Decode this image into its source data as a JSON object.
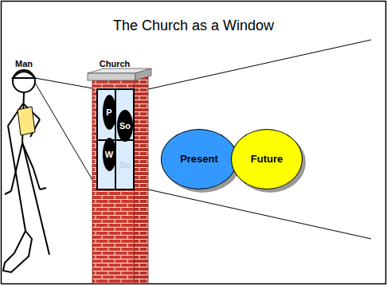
{
  "diagram": {
    "title": "The Church as a Window",
    "nodes": [
      {
        "text": [
          "P"
        ]
      },
      {
        "text": [
          "So"
        ]
      },
      {
        "text": [
          "W"
        ]
      },
      {
        "text": [
          "Present"
        ]
      },
      {
        "text": [
          "Future"
        ]
      }
    ],
    "labels": [
      "Man",
      "Church",
      "So"
    ]
  }
}
